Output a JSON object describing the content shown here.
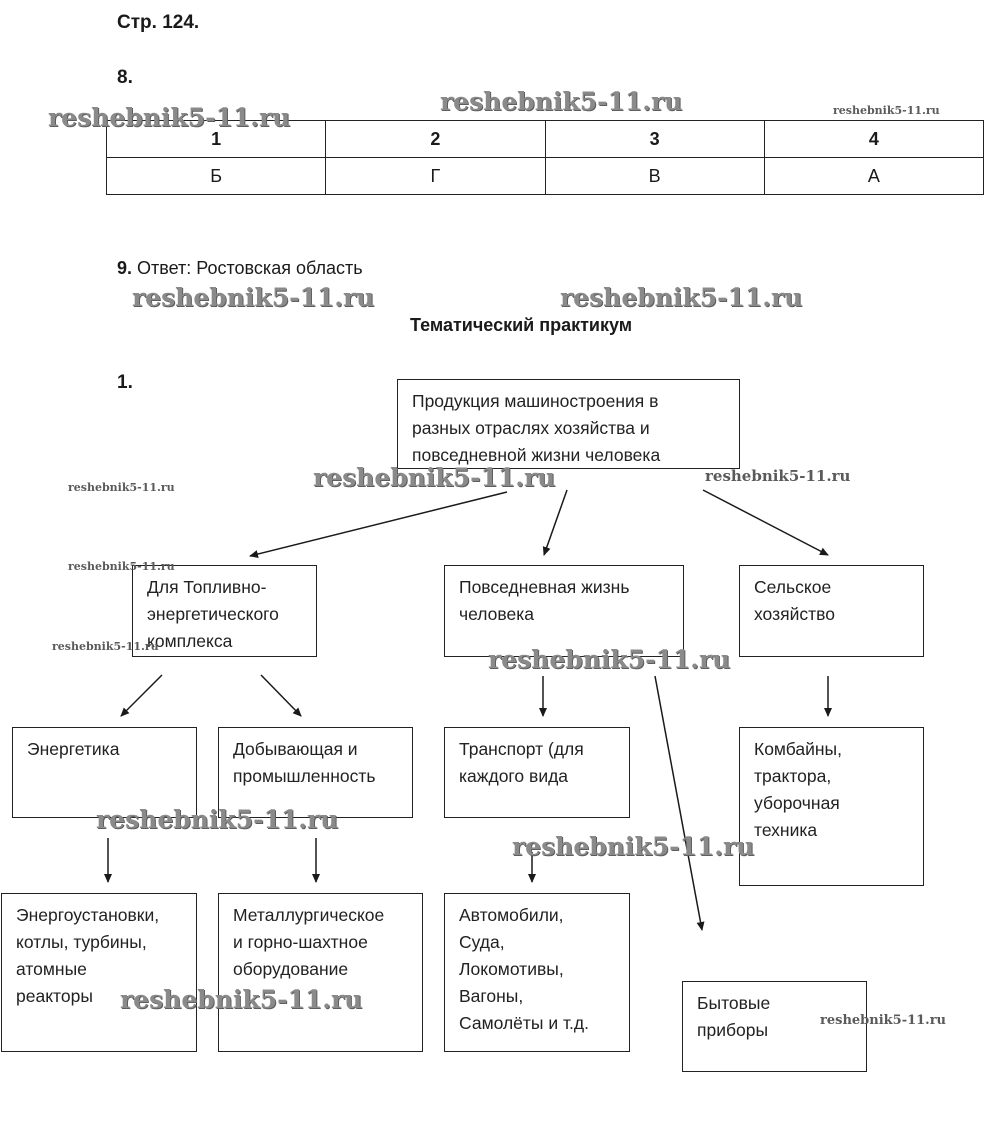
{
  "page": {
    "page_label": "Стр. 124.",
    "task8": {
      "number": "8.",
      "headers": [
        "1",
        "2",
        "3",
        "4"
      ],
      "answers": [
        "Б",
        "Г",
        "В",
        "А"
      ]
    },
    "task9": {
      "number": "9.",
      "answer_text": " Ответ: Ростовская область"
    },
    "section_title": "Тематический практикум",
    "task1": {
      "number": "1.",
      "diagram": {
        "root": "Продукция машиностроения в\nразных отраслях хозяйства и\nповседневной жизни человека",
        "fuel_energy": "Для Топливно-\nэнергетического\nкомплекса",
        "everyday_life": "Повседневная жизнь\nчеловека",
        "agriculture": "Сельское\nхозяйство",
        "energy": "Энергетика",
        "mining_industry": "Добывающая  и\nпромышленность",
        "transport": "Транспорт (для\nкаждого вида",
        "agri_machinery": "Комбайны,\nтрактора,\nуборочная\nтехника",
        "power_equipment": "Энергоустановки,\nкотлы, турбины,\nатомные\nреакторы",
        "metallurgy_equipment": "Металлургическое\nи горно-шахтное\nоборудование",
        "vehicles": "Автомобили,\nСуда,\nЛокомотивы,\nВагоны,\nСамолёты и т.д.",
        "household_appliances": "Бытовые\nприборы"
      }
    },
    "watermark": "reshebnik5-11.ru"
  }
}
